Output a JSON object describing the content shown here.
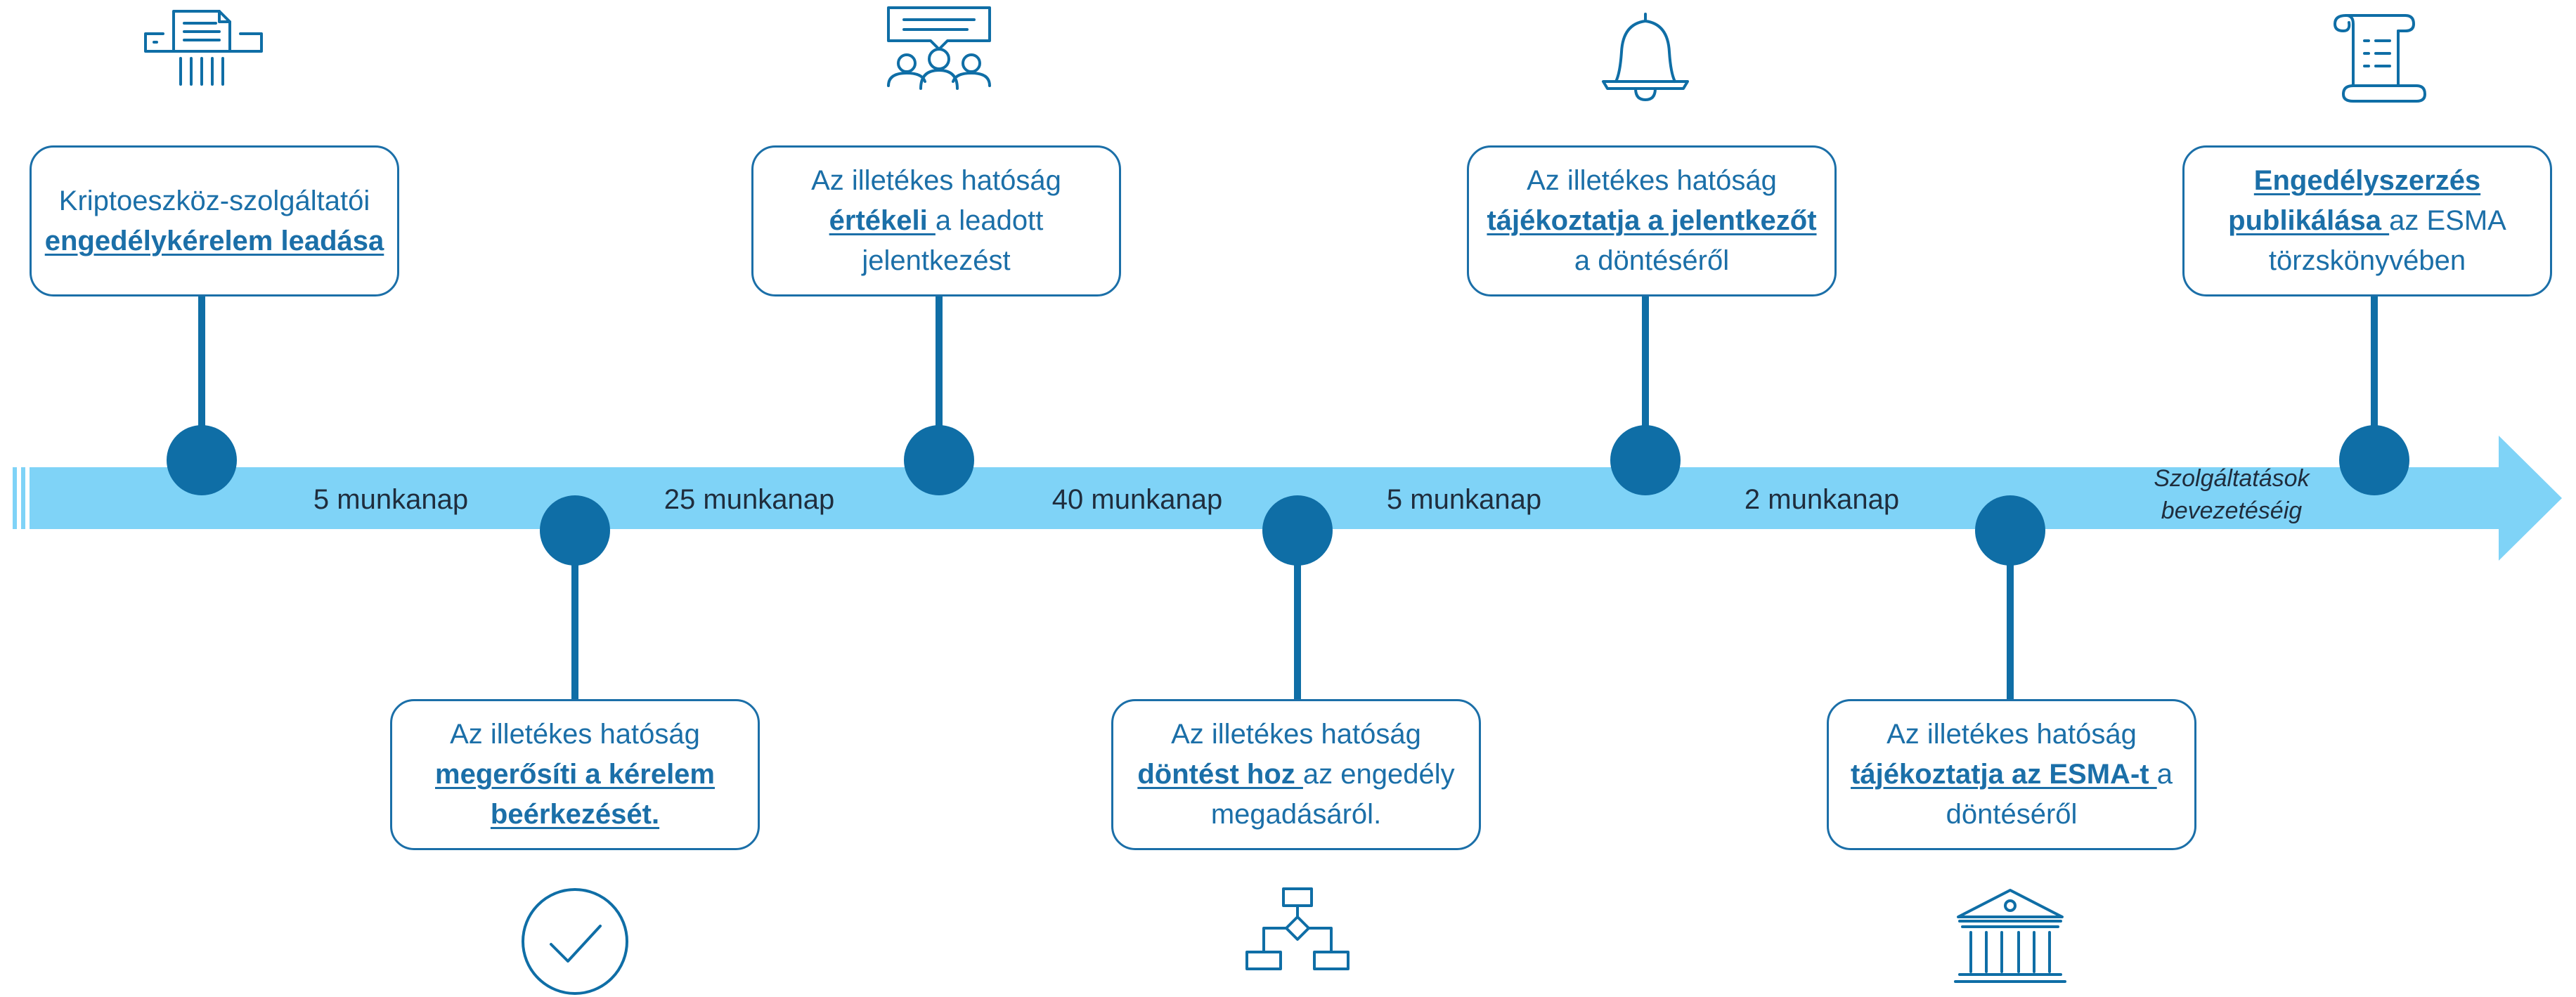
{
  "colors": {
    "arrow": "#7fd3f7",
    "node": "#0f6ea6",
    "box_text": "#1b6fa8",
    "duration_text": "#1f2d3d"
  },
  "steps": [
    {
      "position": "above",
      "icon": "shredder-icon",
      "lines": [
        [
          {
            "t": "Kriptoeszköz-szolgáltatói",
            "e": false
          }
        ],
        [
          {
            "t": "engedélykérelem leadása",
            "e": true
          }
        ]
      ]
    },
    {
      "position": "below",
      "icon": "checkmark-circle-icon",
      "lines": [
        [
          {
            "t": "Az illetékes hatóság",
            "e": false
          }
        ],
        [
          {
            "t": "megerősíti a kérelem",
            "e": true
          }
        ],
        [
          {
            "t": "beérkezését.",
            "e": true
          }
        ]
      ]
    },
    {
      "position": "above",
      "icon": "meeting-icon",
      "lines": [
        [
          {
            "t": "Az illetékes hatóság",
            "e": false
          }
        ],
        [
          {
            "t": "értékeli ",
            "e": true
          },
          {
            "t": "a leadott",
            "e": false
          }
        ],
        [
          {
            "t": "jelentkezést",
            "e": false
          }
        ]
      ]
    },
    {
      "position": "below",
      "icon": "flowchart-icon",
      "lines": [
        [
          {
            "t": "Az illetékes hatóság",
            "e": false
          }
        ],
        [
          {
            "t": "döntést hoz ",
            "e": true
          },
          {
            "t": "az engedély",
            "e": false
          }
        ],
        [
          {
            "t": "megadásáról.",
            "e": false
          }
        ]
      ]
    },
    {
      "position": "above",
      "icon": "bell-icon",
      "lines": [
        [
          {
            "t": "Az illetékes hatóság",
            "e": false
          }
        ],
        [
          {
            "t": "tájékoztatja a jelentkezőt",
            "e": true
          }
        ],
        [
          {
            "t": "a döntéséről",
            "e": false
          }
        ]
      ]
    },
    {
      "position": "below",
      "icon": "bank-building-icon",
      "lines": [
        [
          {
            "t": "Az illetékes hatóság",
            "e": false
          }
        ],
        [
          {
            "t": "tájékoztatja az ESMA-t ",
            "e": true
          },
          {
            "t": "a",
            "e": false
          }
        ],
        [
          {
            "t": "döntéséről",
            "e": false
          }
        ]
      ]
    },
    {
      "position": "above",
      "icon": "scroll-icon",
      "lines": [
        [
          {
            "t": "Engedélyszerzés",
            "e": true
          }
        ],
        [
          {
            "t": "publikálása ",
            "e": true
          },
          {
            "t": "az ESMA",
            "e": false
          }
        ],
        [
          {
            "t": "törzskönyvében",
            "e": false
          }
        ]
      ]
    }
  ],
  "durations": [
    "5 munkanap",
    "25 munkanap",
    "40 munkanap",
    "5 munkanap",
    "2 munkanap"
  ],
  "final_duration": {
    "line1": "Szolgáltatások",
    "line2": "bevezetéséig"
  }
}
